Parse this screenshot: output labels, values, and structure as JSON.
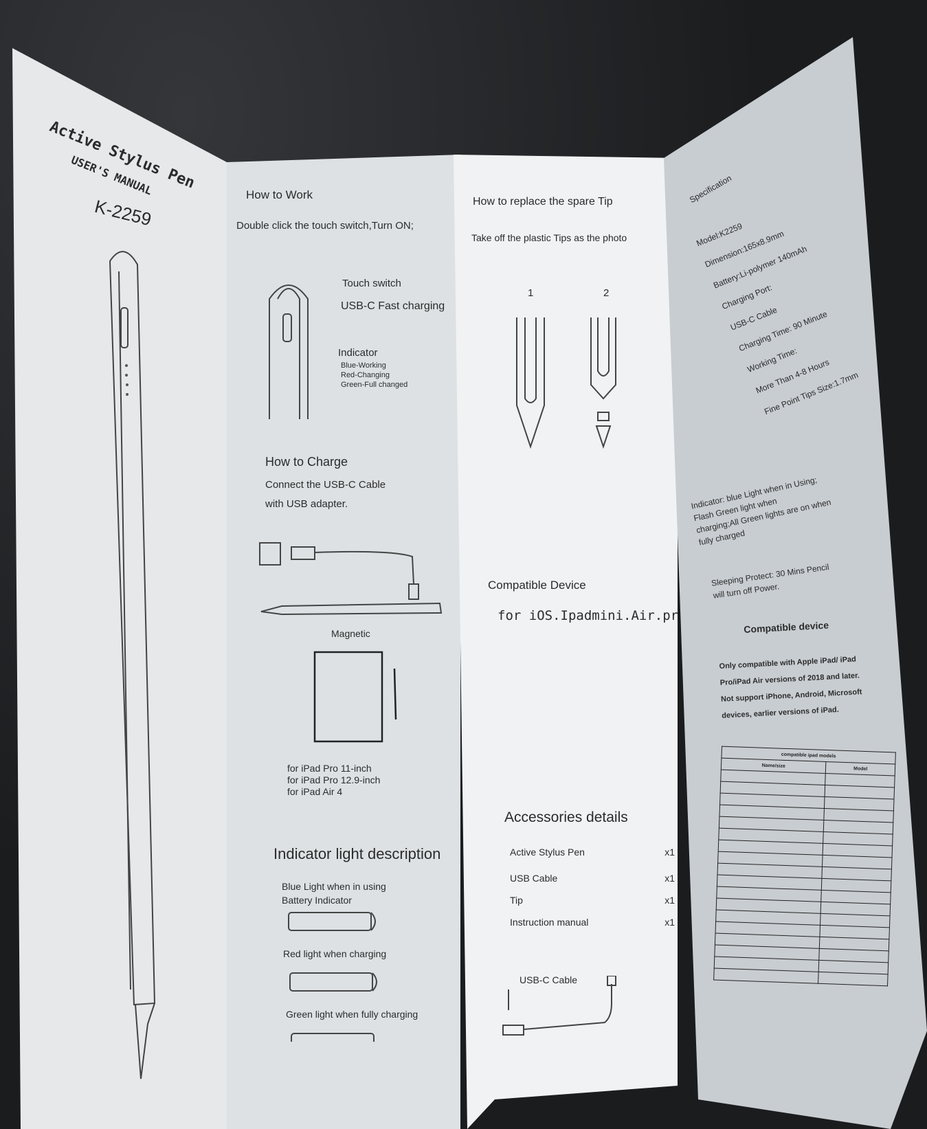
{
  "cover": {
    "title": "Active Stylus Pen",
    "subtitle": "USER'S MANUAL",
    "model": "K-2259"
  },
  "how_to_work": {
    "heading": "How to Work",
    "instruction": "Double click the touch switch,Turn ON;",
    "labels": {
      "touch_switch": "Touch switch",
      "usb_c": "USB-C Fast charging",
      "indicator": "Indicator",
      "blue": "Blue-Working",
      "red": "Red-Changing",
      "green": "Green-Full changed"
    }
  },
  "how_to_charge": {
    "heading": "How to Charge",
    "line1": "Connect the USB-C Cable",
    "line2": "with USB adapter.",
    "magnetic": "Magnetic",
    "ipads": [
      "for iPad Pro 11-inch",
      "for iPad Pro 12.9-inch",
      "for iPad Air 4"
    ]
  },
  "indicator_desc": {
    "heading": "Indicator light description",
    "blue1": "Blue  Light when in using",
    "blue2": "Battery Indicator",
    "red": "Red light when charging",
    "green": "Green light when fully charging"
  },
  "replace_tip": {
    "heading": "How to replace the spare Tip",
    "instruction": "Take off the plastic Tips as the photo",
    "step1": "1",
    "step2": "2"
  },
  "compatible": {
    "heading": "Compatible Device",
    "text": "for iOS.Ipadmini.Air.pro"
  },
  "accessories": {
    "heading": "Accessories details",
    "items": [
      {
        "name": "Active Stylus Pen",
        "qty": "x1"
      },
      {
        "name": "USB Cable",
        "qty": "x1"
      },
      {
        "name": "Tip",
        "qty": "x1"
      },
      {
        "name": "Instruction manual",
        "qty": "x1"
      }
    ],
    "cable_label": "USB-C Cable"
  },
  "spec": {
    "heading": "Specification",
    "items": [
      "Model:K2259",
      "Dimension:165x8.9mm",
      "Battery:Li-polymer 140mAh",
      "Charging Port:",
      "USB-C Cable",
      "Charging  Time: 90 Minute",
      "Working Time:",
      "More Than 4-8 Hours",
      "Fine Point Tips Size:1.7mm",
      "Indicator: blue Light when in Using;",
      "Flash Green light when",
      "charging;All Green lights are on when",
      "fully charged",
      "Sleeping Protect: 30 Mins  Pencil",
      "will turn off Power."
    ],
    "compat_heading": "Compatible device",
    "compat_lines": [
      "Only compatible with Apple iPad/ iPad",
      "Pro/iPad Air versions of 2018 and later.",
      "Not support iPhone, Android, Microsoft",
      "devices, earlier versions of iPad."
    ],
    "table_title": "compatible ipad models",
    "table_head": [
      "Name/size",
      "Model"
    ]
  }
}
